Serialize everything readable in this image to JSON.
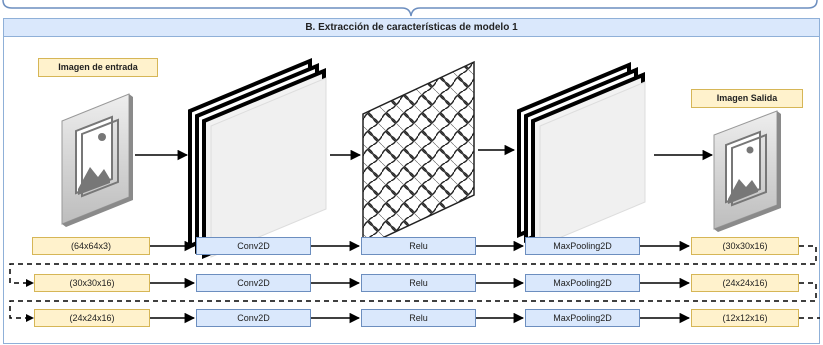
{
  "panel": {
    "title": "B. Extracción de características de modelo 1"
  },
  "top_labels": {
    "input": "Imagen de entrada",
    "output": "Imagen Salida"
  },
  "pipeline_rows": [
    {
      "input": "(64x64x3)",
      "conv": "Conv2D",
      "activation": "Relu",
      "pool": "MaxPooling2D",
      "output": "(30x30x16)"
    },
    {
      "input": "(30x30x16)",
      "conv": "Conv2D",
      "activation": "Relu",
      "pool": "MaxPooling2D",
      "output": "(24x24x16)"
    },
    {
      "input": "(24x24x16)",
      "conv": "Conv2D",
      "activation": "Relu",
      "pool": "MaxPooling2D",
      "output": "(12x12x16)"
    }
  ],
  "colors": {
    "header_fill": "#dae8fc",
    "op_fill": "#dae8fc",
    "io_fill": "#fff2cc",
    "border_blue": "#6c8ebf",
    "border_yellow": "#d6b656"
  }
}
